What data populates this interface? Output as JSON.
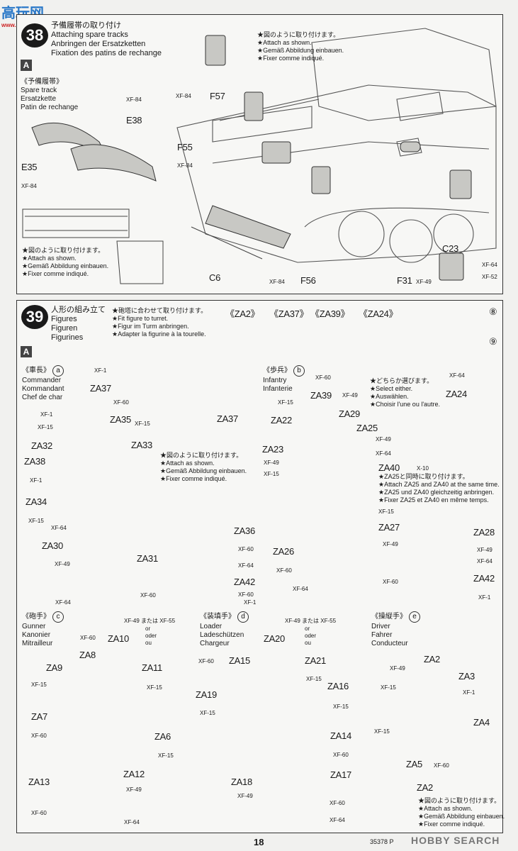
{
  "watermark_top": {
    "brand": "高玩网",
    "url": "www.gaowanwang.com"
  },
  "step38": {
    "number": "38",
    "title_jp": "予備履帯の取り付け",
    "title_en": "Attaching spare tracks",
    "title_de": "Anbringen der Ersatzketten",
    "title_fr": "Fixation des patins de rechange",
    "sub": "A",
    "spare_label_jp": "《予備履帯》",
    "spare_label_en": "Spare track",
    "spare_label_de": "Ersatzkette",
    "spare_label_fr": "Patin de rechange",
    "note_top": [
      "★図のように取り付けます。",
      "★Attach as shown.",
      "★Gemäß Abbildung einbauen.",
      "★Fixer comme indiqué."
    ],
    "note_bottom": [
      "★図のように取り付けます。",
      "★Attach as shown.",
      "★Gemäß Abbildung einbauen.",
      "★Fixer comme indiqué."
    ],
    "parts": [
      "E38",
      "E35",
      "F57",
      "F55",
      "C6",
      "F56",
      "F31",
      "C23"
    ],
    "paints": [
      "XF-84",
      "XF-84",
      "XF-84",
      "XF-84",
      "XF-84",
      "XF-49",
      "XF-64",
      "XF-52"
    ]
  },
  "step39": {
    "number": "39",
    "title_jp": "人形の組み立て",
    "title_en": "Figures",
    "title_de": "Figuren",
    "title_fr": "Figurines",
    "note_top": [
      "★砲塔に合わせて取り付けます。",
      "★Fit figure to turret.",
      "★Figur im Turm anbringen.",
      "★Adapter la figurine à la tourelle."
    ],
    "sub": "A",
    "parts_top": [
      "《ZA2》",
      "《ZA37》",
      "《ZA39》",
      "《ZA24》"
    ],
    "helmet_marks": [
      "⑧",
      "⑨"
    ],
    "commander": {
      "jp": "《車長》",
      "mark": "a",
      "en": "Commander",
      "de": "Kommandant",
      "fr": "Chef de char",
      "parts": [
        "ZA37",
        "ZA35",
        "ZA32",
        "ZA33",
        "ZA38",
        "ZA34",
        "ZA30",
        "ZA31",
        "ZA36",
        "ZA42"
      ],
      "paints": [
        "XF-1",
        "XF-60",
        "XF-1",
        "XF-15",
        "XF-15",
        "XF-1",
        "XF-15",
        "XF-64",
        "XF-49",
        "XF-64",
        "XF-60",
        "XF-60",
        "XF-64",
        "XF-60",
        "XF-1"
      ],
      "note": [
        "★図のように取り付けます。",
        "★Attach as shown.",
        "★Gemäß Abbildung einbauen.",
        "★Fixer comme indiqué."
      ]
    },
    "infantry": {
      "jp": "《歩兵》",
      "mark": "b",
      "en": "Infantry",
      "de": "Infanterie",
      "parts": [
        "ZA39",
        "ZA29",
        "ZA22",
        "ZA25",
        "ZA23",
        "ZA40",
        "ZA27",
        "ZA26",
        "ZA28",
        "ZA42",
        "ZA24"
      ],
      "paints": [
        "XF-60",
        "XF-49",
        "XF-15",
        "XF-49",
        "XF-64",
        "XF-49",
        "XF-15",
        "X-10",
        "XF-15",
        "XF-49",
        "XF-60",
        "XF-60",
        "XF-64",
        "XF-49",
        "XF-64",
        "XF-60",
        "XF-1",
        "XF-64"
      ],
      "choose_note": [
        "★どちらか選びます。",
        "★Select either.",
        "★Auswählen.",
        "★Choisir l'une ou l'autre."
      ],
      "attach_note": [
        "★ZA25と同時に取り付けます。",
        "★Attach ZA25 and ZA40 at the same time.",
        "★ZA25 und ZA40 gleichzeitig anbringen.",
        "★Fixer ZA25 et ZA40 en même temps."
      ]
    },
    "gunner": {
      "jp": "《砲手》",
      "mark": "c",
      "en": "Gunner",
      "de": "Kanonier",
      "fr": "Mitrailleur",
      "paint_choice": "XF-49 または XF-55",
      "or_de": "oder",
      "or_fr": "ou",
      "or_en": "or",
      "parts": [
        "ZA10",
        "ZA8",
        "ZA9",
        "ZA11",
        "ZA7",
        "ZA6",
        "ZA12",
        "ZA13"
      ],
      "paints": [
        "XF-60",
        "XF-15",
        "XF-15",
        "XF-60",
        "XF-15",
        "XF-49",
        "XF-60",
        "XF-64"
      ]
    },
    "loader": {
      "jp": "《装填手》",
      "mark": "d",
      "en": "Loader",
      "de": "Ladeschützen",
      "fr": "Chargeur",
      "paint_choice": "XF-49 または XF-55",
      "or_de": "oder",
      "or_fr": "ou",
      "or_en": "or",
      "parts": [
        "ZA20",
        "ZA15",
        "ZA21",
        "ZA16",
        "ZA19",
        "ZA14",
        "ZA17",
        "ZA18"
      ],
      "paints": [
        "XF-60",
        "XF-15",
        "XF-15",
        "XF-15",
        "XF-60",
        "XF-49",
        "XF-60",
        "XF-64"
      ]
    },
    "driver": {
      "jp": "《操縦手》",
      "mark": "e",
      "en": "Driver",
      "de": "Fahrer",
      "fr": "Conducteur",
      "parts": [
        "ZA2",
        "ZA3",
        "ZA4",
        "ZA5",
        "ZA2"
      ],
      "paints": [
        "XF-49",
        "XF-15",
        "XF-1",
        "XF-15",
        "XF-60"
      ],
      "note": [
        "★図のように取り付けます。",
        "★Attach as shown.",
        "★Gemäß Abbildung einbauen.",
        "★Fixer comme indiqué."
      ]
    }
  },
  "footer": {
    "page": "18",
    "code": "35378 P",
    "watermark": "HOBBY SEARCH"
  }
}
